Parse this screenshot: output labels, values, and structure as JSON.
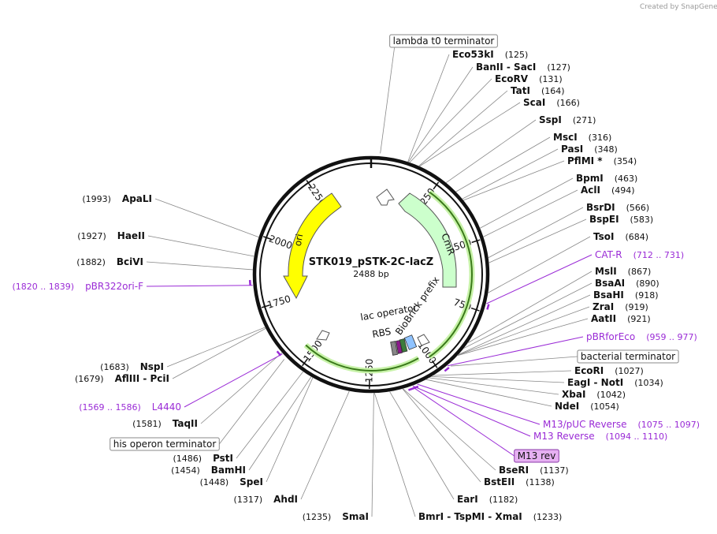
{
  "credit": "Created by SnapGene",
  "plasmid": {
    "name": "STK019_pSTK-2C-lacZ",
    "size_label": "2488 bp",
    "length": 2488
  },
  "colors": {
    "ori": "#ffff00",
    "cmr": "#ccffcc",
    "primer": "#9a2bd6",
    "arc": "#3a7a1a",
    "arc_glow": "#c7f2a8",
    "m13rev_bg": "#e6b0f2"
  },
  "sites": [
    {
      "name": "Eco53kI",
      "pos": "(125)",
      "bp": 125
    },
    {
      "name": "BanII  -  SacI",
      "pos": "(127)",
      "bp": 127
    },
    {
      "name": "EcoRV",
      "pos": "(131)",
      "bp": 131
    },
    {
      "name": "TatI",
      "pos": "(164)",
      "bp": 164
    },
    {
      "name": "ScaI",
      "pos": "(166)",
      "bp": 166
    },
    {
      "name": "SspI",
      "pos": "(271)",
      "bp": 271
    },
    {
      "name": "MscI",
      "pos": "(316)",
      "bp": 316
    },
    {
      "name": "PasI",
      "pos": "(348)",
      "bp": 348
    },
    {
      "name": "PflMI *",
      "pos": "(354)",
      "bp": 354
    },
    {
      "name": "BpmI",
      "pos": "(463)",
      "bp": 463
    },
    {
      "name": "AclI",
      "pos": "(494)",
      "bp": 494
    },
    {
      "name": "BsrDI",
      "pos": "(566)",
      "bp": 566
    },
    {
      "name": "BspEI",
      "pos": "(583)",
      "bp": 583
    },
    {
      "name": "TsoI",
      "pos": "(684)",
      "bp": 684
    },
    {
      "name": "MslI",
      "pos": "(867)",
      "bp": 867
    },
    {
      "name": "BsaAI",
      "pos": "(890)",
      "bp": 890
    },
    {
      "name": "BsaHI",
      "pos": "(918)",
      "bp": 918
    },
    {
      "name": "ZraI",
      "pos": "(919)",
      "bp": 919
    },
    {
      "name": "AatII",
      "pos": "(921)",
      "bp": 921
    },
    {
      "name": "EcoRI",
      "pos": "(1027)",
      "bp": 1027
    },
    {
      "name": "EagI  -  NotI",
      "pos": "(1034)",
      "bp": 1034
    },
    {
      "name": "XbaI",
      "pos": "(1042)",
      "bp": 1042
    },
    {
      "name": "NdeI",
      "pos": "(1054)",
      "bp": 1054
    },
    {
      "name": "BseRI",
      "pos": "(1137)",
      "bp": 1137
    },
    {
      "name": "BstEII",
      "pos": "(1138)",
      "bp": 1138
    },
    {
      "name": "EarI",
      "pos": "(1182)",
      "bp": 1182
    },
    {
      "name": "BmrI  -  TspMI  -  XmaI",
      "pos": "(1233)",
      "bp": 1233
    },
    {
      "name": "SmaI",
      "pos": "(1235)",
      "bp": 1235
    },
    {
      "name": "AhdI",
      "pos": "(1317)",
      "bp": 1317
    },
    {
      "name": "SpeI",
      "pos": "(1448)",
      "bp": 1448
    },
    {
      "name": "BamHI",
      "pos": "(1454)",
      "bp": 1454
    },
    {
      "name": "PstI",
      "pos": "(1486)",
      "bp": 1486
    },
    {
      "name": "TaqII",
      "pos": "(1581)",
      "bp": 1581
    },
    {
      "name": "AflIII  -  PciI",
      "pos": "(1679)",
      "bp": 1679
    },
    {
      "name": "NspI",
      "pos": "(1683)",
      "bp": 1683
    },
    {
      "name": "BciVI",
      "pos": "(1882)",
      "bp": 1882
    },
    {
      "name": "HaeII",
      "pos": "(1927)",
      "bp": 1927
    },
    {
      "name": "ApaLI",
      "pos": "(1993)",
      "bp": 1993
    }
  ],
  "primers": [
    {
      "name": "CAT-R",
      "range": "(712 .. 731)",
      "bp": 720
    },
    {
      "name": "pBRforEco",
      "range": "(959 .. 977)",
      "bp": 968
    },
    {
      "name": "M13/pUC Reverse",
      "range": "(1075 .. 1097)",
      "bp": 1086
    },
    {
      "name": "M13 Reverse",
      "range": "(1094 .. 1110)",
      "bp": 1102
    },
    {
      "name": "L4440",
      "range": "(1569 .. 1586)",
      "bp": 1577
    },
    {
      "name": "pBR322ori-F",
      "range": "(1820 .. 1839)",
      "bp": 1830
    }
  ],
  "boxed_features": [
    {
      "name": "lambda t0 terminator",
      "bp": 30
    },
    {
      "name": "bacterial terminator",
      "bp": 960
    },
    {
      "name": "his operon terminator",
      "bp": 1560
    }
  ],
  "m13_rev_box": "M13 rev",
  "features": {
    "ori": "ori",
    "cmr": "CmR",
    "biobrick": "BioBrick prefix",
    "lac_operator": "lac operator",
    "rbs": "RBS"
  },
  "ticks": [
    "250",
    "500",
    "750",
    "1000",
    "1250",
    "1500",
    "1750",
    "2000",
    "2250"
  ]
}
